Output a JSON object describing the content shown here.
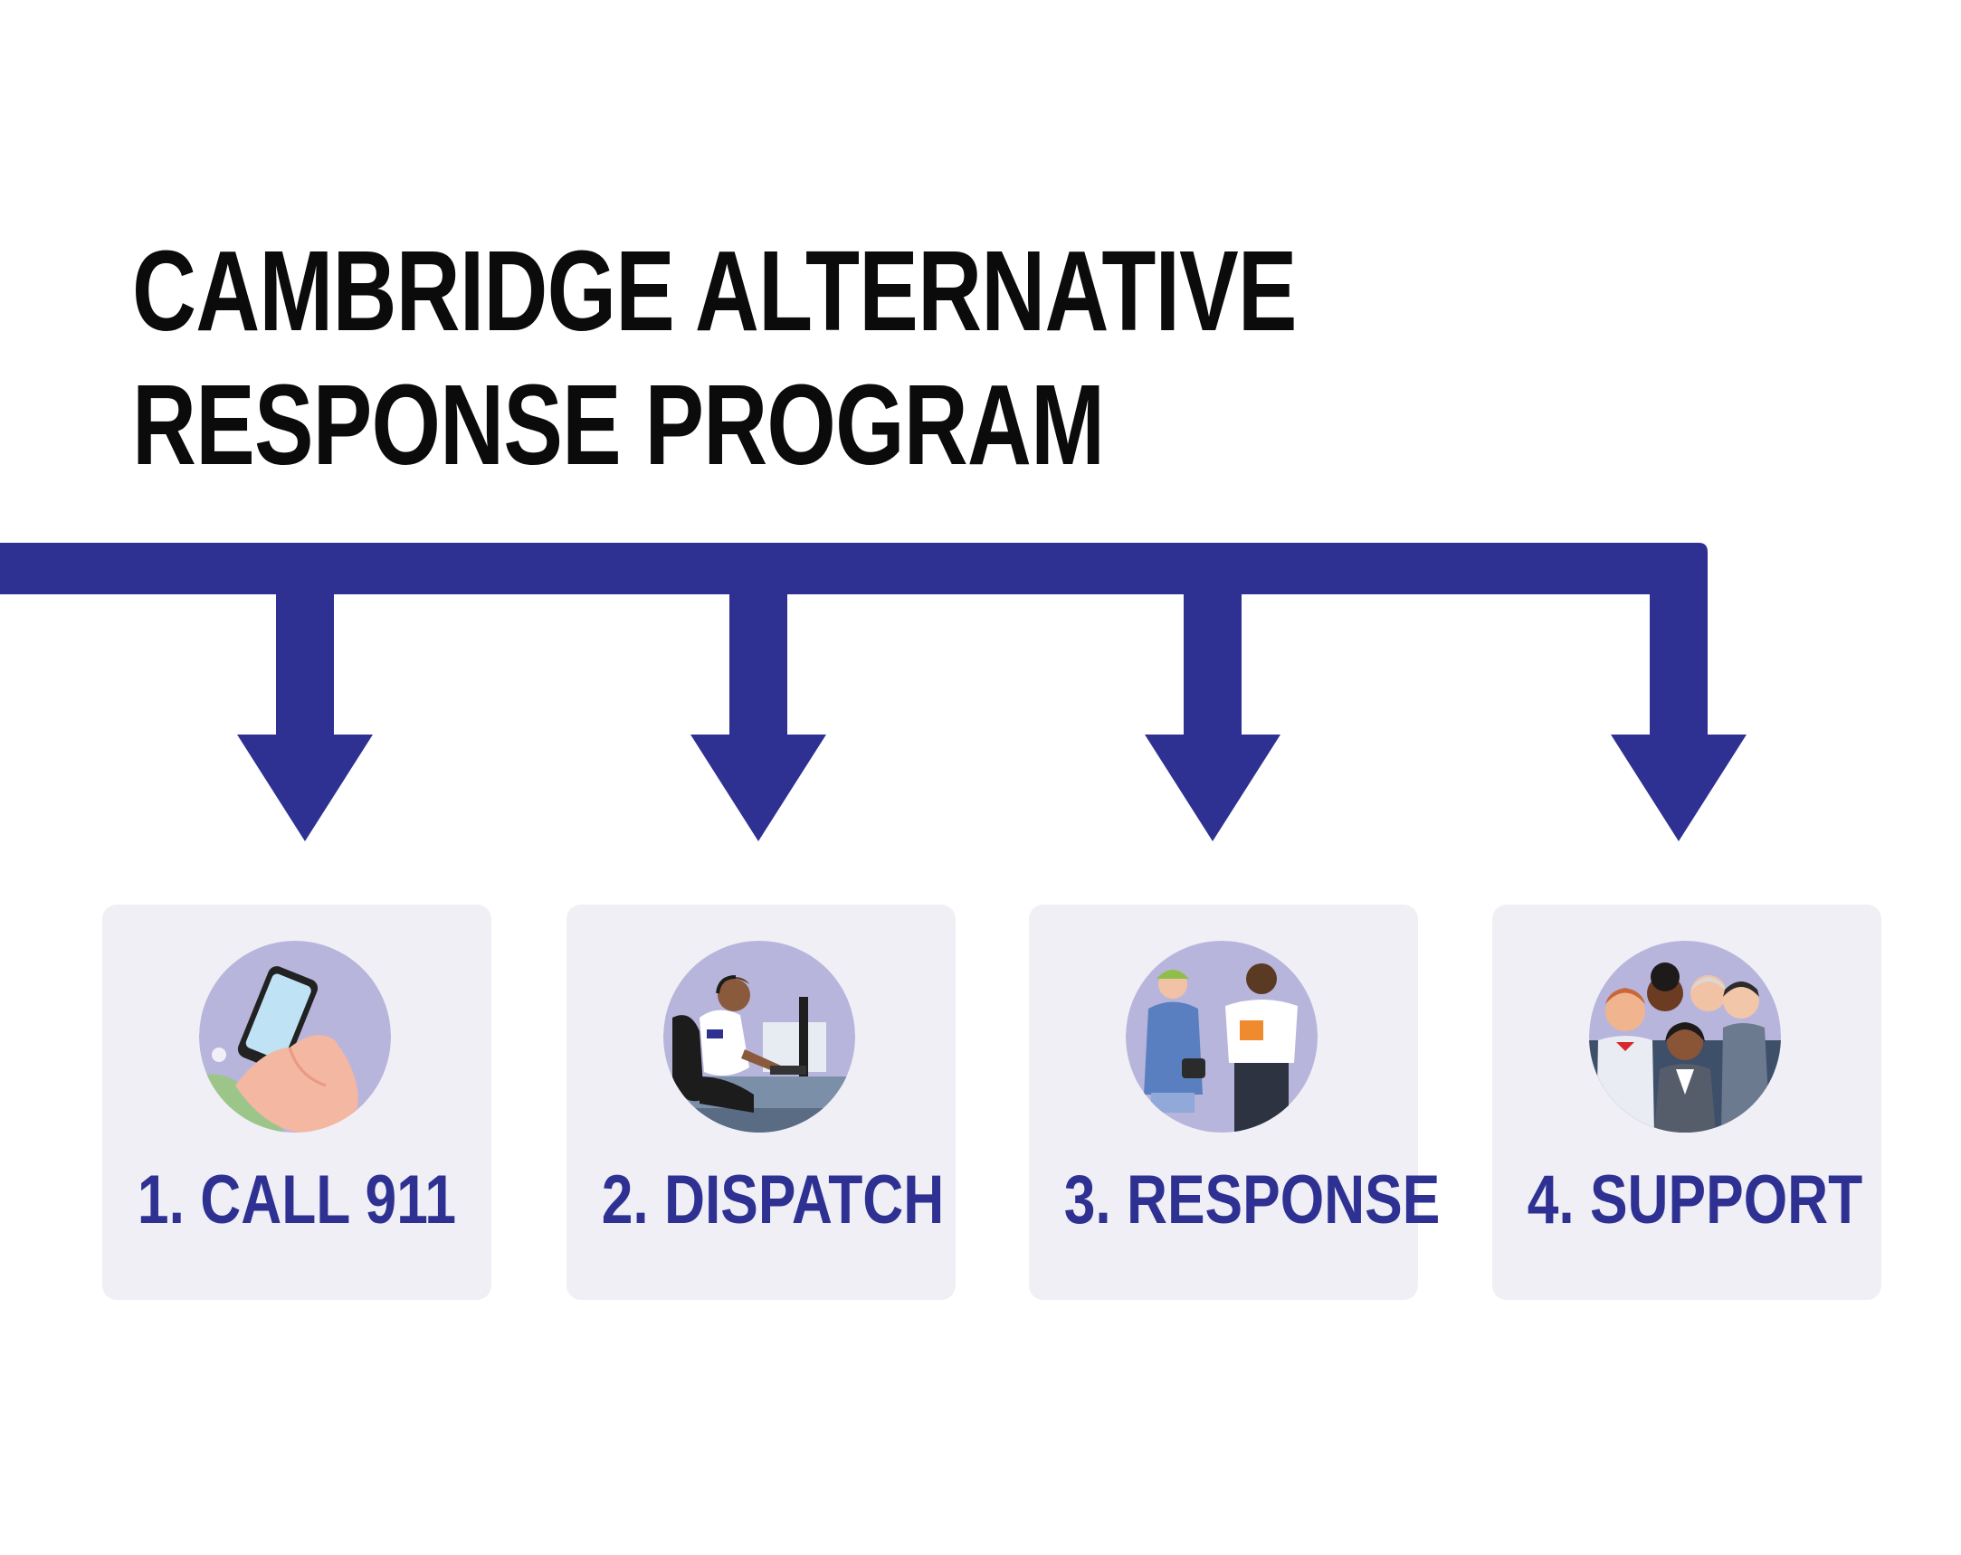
{
  "title": {
    "line1": "CAMBRIDGE ALTERNATIVE",
    "line2": "RESPONSE PROGRAM"
  },
  "colors": {
    "arrow": "#2e3192",
    "card_bg": "#efeff5",
    "circle_bg": "#b8b5dc",
    "label": "#2e3192",
    "title": "#0b0b0b"
  },
  "steps": [
    {
      "label": "1. CALL 911",
      "icon": "phone-in-hand-icon"
    },
    {
      "label": "2. DISPATCH",
      "icon": "dispatcher-at-desk-icon"
    },
    {
      "label": "3. RESPONSE",
      "icon": "two-responders-icon"
    },
    {
      "label": "4. SUPPORT",
      "icon": "support-team-icon"
    }
  ]
}
